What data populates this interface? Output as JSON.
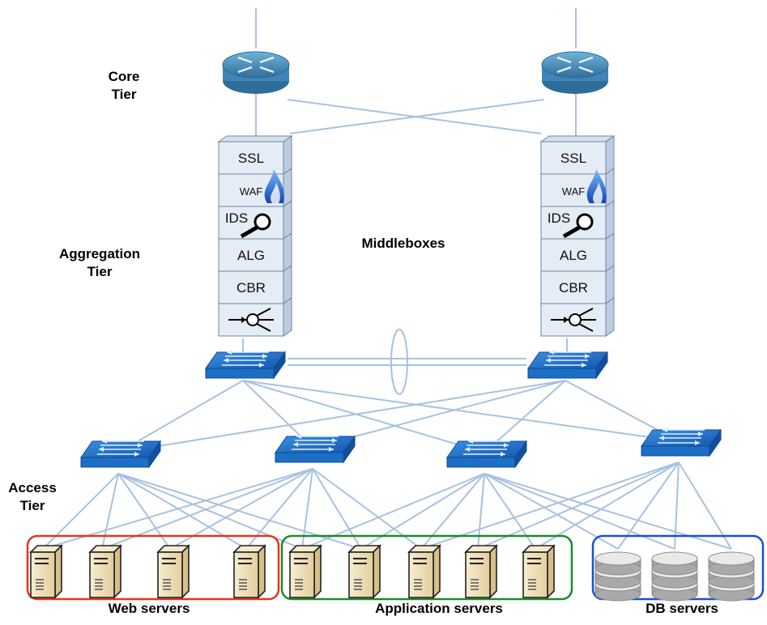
{
  "tiers": {
    "core": [
      "Core",
      "Tier"
    ],
    "aggregation": [
      "Aggregation",
      "Tier"
    ],
    "access": [
      "Access",
      "Tier"
    ]
  },
  "middlebox_label": "Middleboxes",
  "middlebox_stack": [
    "SSL",
    "WAF",
    "IDS",
    "ALG",
    "CBR"
  ],
  "server_groups": {
    "web": "Web servers",
    "app": "Application servers",
    "db": "DB servers"
  },
  "colors": {
    "link": "#a7c2e0",
    "switch": "#1c6fc4",
    "router": "#3a86b9",
    "web_border": "#e2361b",
    "app_border": "#1e8a2c",
    "db_border": "#1f4fcf",
    "server_body": "#f1e2be",
    "db_disk": "#c9c9c9",
    "middlebox_face": "#e4ecf6",
    "flame": "#1f5fd2"
  }
}
